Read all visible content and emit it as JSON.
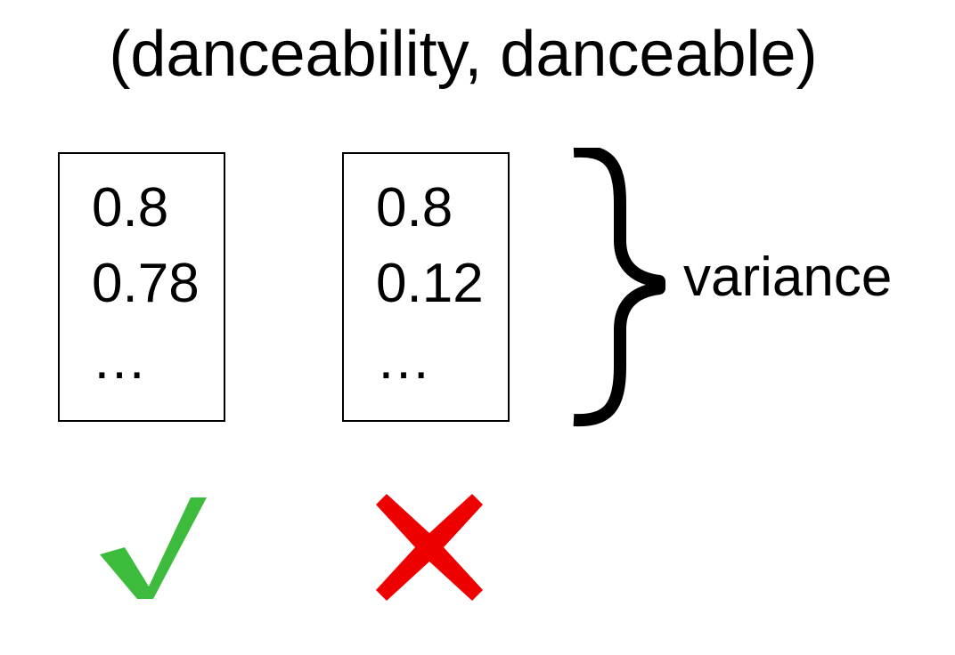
{
  "title": "(danceability, danceable)",
  "boxes": [
    {
      "lines": [
        "0.8",
        "0.78",
        "…"
      ],
      "verdict_icon": "check-icon",
      "verdict_color": "#3dbb3d"
    },
    {
      "lines": [
        "0.8",
        "0.12",
        "…"
      ],
      "verdict_icon": "cross-icon",
      "verdict_color": "#ee0000"
    }
  ],
  "brace_label": "variance"
}
